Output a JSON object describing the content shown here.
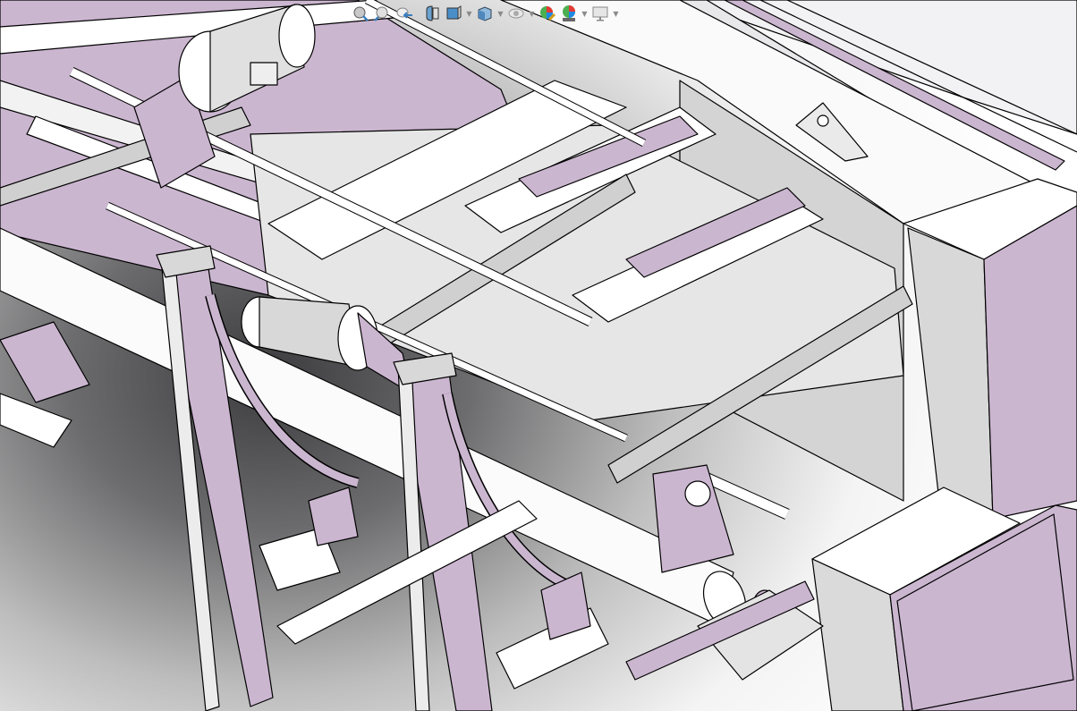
{
  "app": {
    "window_type": "cad-3d-viewport",
    "colors": {
      "part_appearance": "#cbb6d0",
      "part_light": "#ffffff",
      "part_grey": "#d4d4d4",
      "edge_line": "#000000",
      "background_dark": "#3c3c3e",
      "background_light": "#ffffff"
    }
  },
  "heads_up_toolbar": {
    "items": [
      {
        "id": "zoom-to-fit",
        "icon": "zoom-to-fit-icon"
      },
      {
        "id": "zoom-to-area",
        "icon": "zoom-to-area-icon"
      },
      {
        "id": "previous-view",
        "icon": "previous-view-icon"
      },
      {
        "id": "section-view",
        "icon": "section-view-icon"
      },
      {
        "id": "view-orientation",
        "icon": "view-orientation-icon",
        "has_dropdown": true
      },
      {
        "id": "display-style",
        "icon": "display-style-icon",
        "has_dropdown": true
      },
      {
        "id": "hide-show-items",
        "icon": "hide-show-eye-icon",
        "has_dropdown": true
      },
      {
        "id": "edit-appearance",
        "icon": "edit-appearance-icon"
      },
      {
        "id": "apply-scene",
        "icon": "apply-scene-icon",
        "has_dropdown": true
      },
      {
        "id": "view-settings",
        "icon": "monitor-icon",
        "has_dropdown": true
      }
    ]
  },
  "model": {
    "description": "3D assembly of conveyor/roller machine with motors, chain drives, shafts, long roller tube, frames and electrical cabinets",
    "components": [
      "gear-motor-upper-left",
      "gear-motor-center",
      "long-roller-tube",
      "a-frame-support-left",
      "a-frame-support-right",
      "drive-shafts",
      "chain-drives",
      "electrical-cabinet-upper",
      "electrical-cabinet-lower",
      "base-frame",
      "guide-rail-top-right"
    ]
  }
}
